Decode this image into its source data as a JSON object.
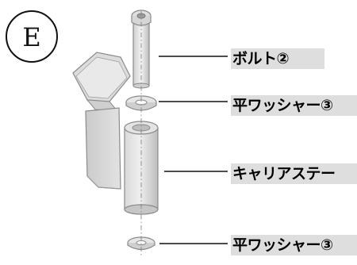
{
  "step": {
    "letter": "E"
  },
  "labels": [
    {
      "text": "ボルト②"
    },
    {
      "text": "平ワッシャー③"
    },
    {
      "text": "キャリアステー"
    },
    {
      "text": "平ワッシャー③"
    }
  ]
}
